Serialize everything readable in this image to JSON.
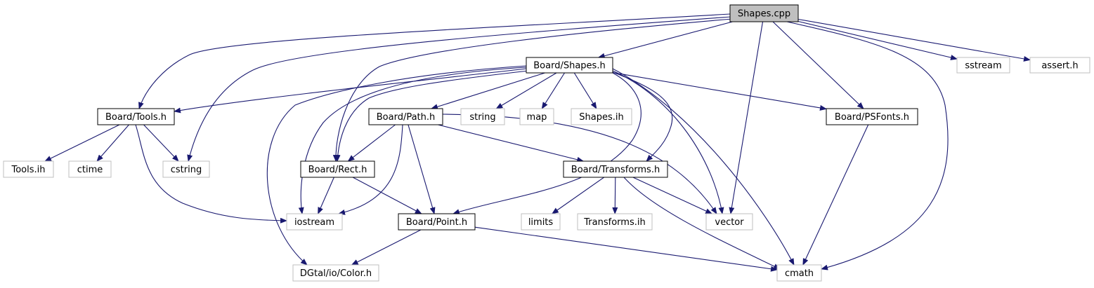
{
  "colors": {
    "edge": "#191970",
    "root_fill": "#bfbfbf",
    "root_border": "#000000",
    "file_border": "#000000",
    "system_border": "#bfbfbf",
    "node_fill": "#ffffff",
    "text": "#000000"
  },
  "nodes": [
    {
      "id": "shapes_cpp",
      "label": "Shapes.cpp",
      "kind": "root"
    },
    {
      "id": "board_shapes_h",
      "label": "Board/Shapes.h",
      "kind": "file"
    },
    {
      "id": "sstream",
      "label": "sstream",
      "kind": "system"
    },
    {
      "id": "assert_h",
      "label": "assert.h",
      "kind": "system"
    },
    {
      "id": "board_tools_h",
      "label": "Board/Tools.h",
      "kind": "file"
    },
    {
      "id": "board_path_h",
      "label": "Board/Path.h",
      "kind": "file"
    },
    {
      "id": "string",
      "label": "string",
      "kind": "system"
    },
    {
      "id": "map",
      "label": "map",
      "kind": "system"
    },
    {
      "id": "shapes_ih",
      "label": "Shapes.ih",
      "kind": "system"
    },
    {
      "id": "board_psfonts_h",
      "label": "Board/PSFonts.h",
      "kind": "file"
    },
    {
      "id": "tools_ih",
      "label": "Tools.ih",
      "kind": "system"
    },
    {
      "id": "ctime",
      "label": "ctime",
      "kind": "system"
    },
    {
      "id": "cstring",
      "label": "cstring",
      "kind": "system"
    },
    {
      "id": "board_rect_h",
      "label": "Board/Rect.h",
      "kind": "file"
    },
    {
      "id": "board_transforms_h",
      "label": "Board/Transforms.h",
      "kind": "file"
    },
    {
      "id": "iostream",
      "label": "iostream",
      "kind": "system"
    },
    {
      "id": "board_point_h",
      "label": "Board/Point.h",
      "kind": "file"
    },
    {
      "id": "limits",
      "label": "limits",
      "kind": "system"
    },
    {
      "id": "transforms_ih",
      "label": "Transforms.ih",
      "kind": "system"
    },
    {
      "id": "vector",
      "label": "vector",
      "kind": "system"
    },
    {
      "id": "dgtal_color_h",
      "label": "DGtal/io/Color.h",
      "kind": "system"
    },
    {
      "id": "cmath",
      "label": "cmath",
      "kind": "system"
    }
  ],
  "edges": [
    {
      "from": "shapes_cpp",
      "to": "board_shapes_h"
    },
    {
      "from": "shapes_cpp",
      "to": "sstream"
    },
    {
      "from": "shapes_cpp",
      "to": "assert_h"
    },
    {
      "from": "shapes_cpp",
      "to": "board_tools_h"
    },
    {
      "from": "shapes_cpp",
      "to": "cstring"
    },
    {
      "from": "shapes_cpp",
      "to": "board_rect_h"
    },
    {
      "from": "shapes_cpp",
      "to": "vector"
    },
    {
      "from": "shapes_cpp",
      "to": "board_psfonts_h"
    },
    {
      "from": "shapes_cpp",
      "to": "cmath"
    },
    {
      "from": "board_shapes_h",
      "to": "board_tools_h"
    },
    {
      "from": "board_shapes_h",
      "to": "board_path_h"
    },
    {
      "from": "board_shapes_h",
      "to": "string"
    },
    {
      "from": "board_shapes_h",
      "to": "map"
    },
    {
      "from": "board_shapes_h",
      "to": "shapes_ih"
    },
    {
      "from": "board_shapes_h",
      "to": "board_psfonts_h"
    },
    {
      "from": "board_shapes_h",
      "to": "board_rect_h"
    },
    {
      "from": "board_shapes_h",
      "to": "iostream"
    },
    {
      "from": "board_shapes_h",
      "to": "dgtal_color_h"
    },
    {
      "from": "board_shapes_h",
      "to": "board_point_h"
    },
    {
      "from": "board_shapes_h",
      "to": "board_transforms_h"
    },
    {
      "from": "board_shapes_h",
      "to": "vector"
    },
    {
      "from": "board_shapes_h",
      "to": "cmath"
    },
    {
      "from": "board_tools_h",
      "to": "tools_ih"
    },
    {
      "from": "board_tools_h",
      "to": "ctime"
    },
    {
      "from": "board_tools_h",
      "to": "cstring"
    },
    {
      "from": "board_tools_h",
      "to": "iostream"
    },
    {
      "from": "board_path_h",
      "to": "board_rect_h"
    },
    {
      "from": "board_path_h",
      "to": "iostream"
    },
    {
      "from": "board_path_h",
      "to": "board_point_h"
    },
    {
      "from": "board_path_h",
      "to": "board_transforms_h"
    },
    {
      "from": "board_path_h",
      "to": "vector"
    },
    {
      "from": "board_rect_h",
      "to": "iostream"
    },
    {
      "from": "board_rect_h",
      "to": "board_point_h"
    },
    {
      "from": "board_transforms_h",
      "to": "limits"
    },
    {
      "from": "board_transforms_h",
      "to": "transforms_ih"
    },
    {
      "from": "board_transforms_h",
      "to": "vector"
    },
    {
      "from": "board_transforms_h",
      "to": "cmath"
    },
    {
      "from": "board_point_h",
      "to": "dgtal_color_h"
    },
    {
      "from": "board_point_h",
      "to": "cmath"
    },
    {
      "from": "board_psfonts_h",
      "to": "cmath"
    }
  ]
}
